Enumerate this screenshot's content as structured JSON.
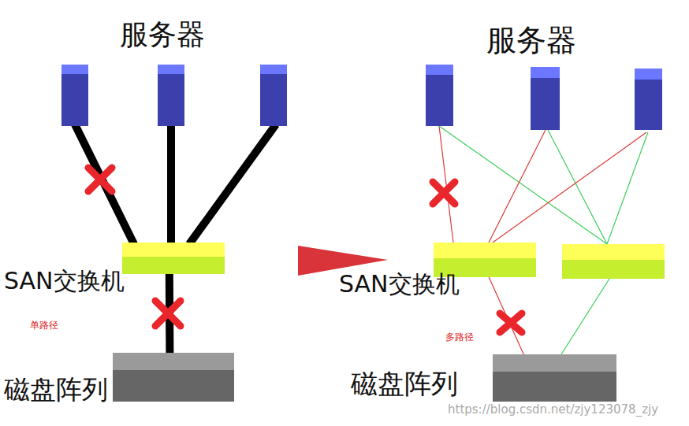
{
  "diagram": {
    "nodes": [
      {
        "text": [
          "SAN交换机"
        ]
      },
      {
        "text": [
          "磁盘阵列"
        ]
      },
      {
        "text": [
          "SAN交换机"
        ]
      },
      {
        "text": [
          "磁盘阵列"
        ]
      }
    ],
    "edges": [
      {
        "from": 0,
        "to": 1,
        "arrow": "none"
      },
      {
        "from": 2,
        "to": 3,
        "arrow": "none"
      }
    ],
    "labels": [
      "服务器",
      "服务器",
      "单路径",
      "多路径",
      "https://blog.csdn.net/zjy123078_zjy"
    ]
  }
}
